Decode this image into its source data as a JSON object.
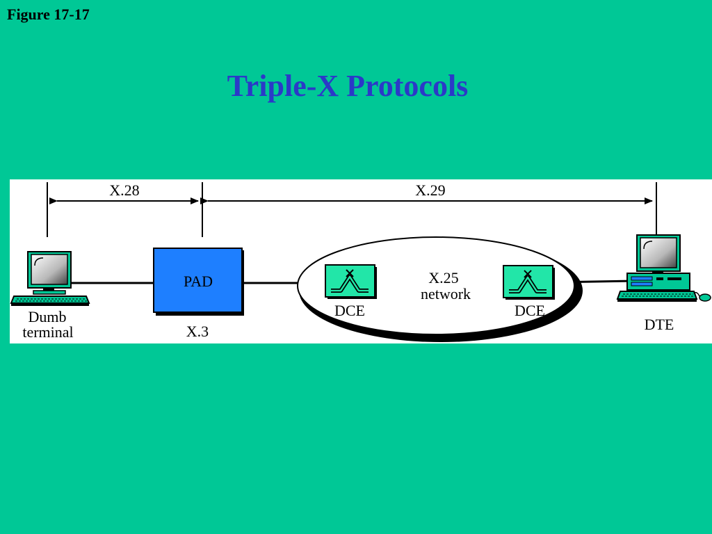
{
  "figure_label": "Figure 17-17",
  "title": "Triple-X Protocols",
  "diagram": {
    "protocols": {
      "left": "X.28",
      "right": "X.29"
    },
    "pad": {
      "label": "PAD",
      "protocol": "X.3"
    },
    "network": {
      "line1": "X.25",
      "line2": "network"
    },
    "dce_left": "DCE",
    "dce_right": "DCE",
    "dumb_terminal": {
      "line1": "Dumb",
      "line2": "terminal"
    },
    "dte": "DTE"
  },
  "colors": {
    "background": "#00c896",
    "title": "#2b39c8",
    "pad_fill": "#1e7fff",
    "dce_fill": "#22e6a8"
  }
}
